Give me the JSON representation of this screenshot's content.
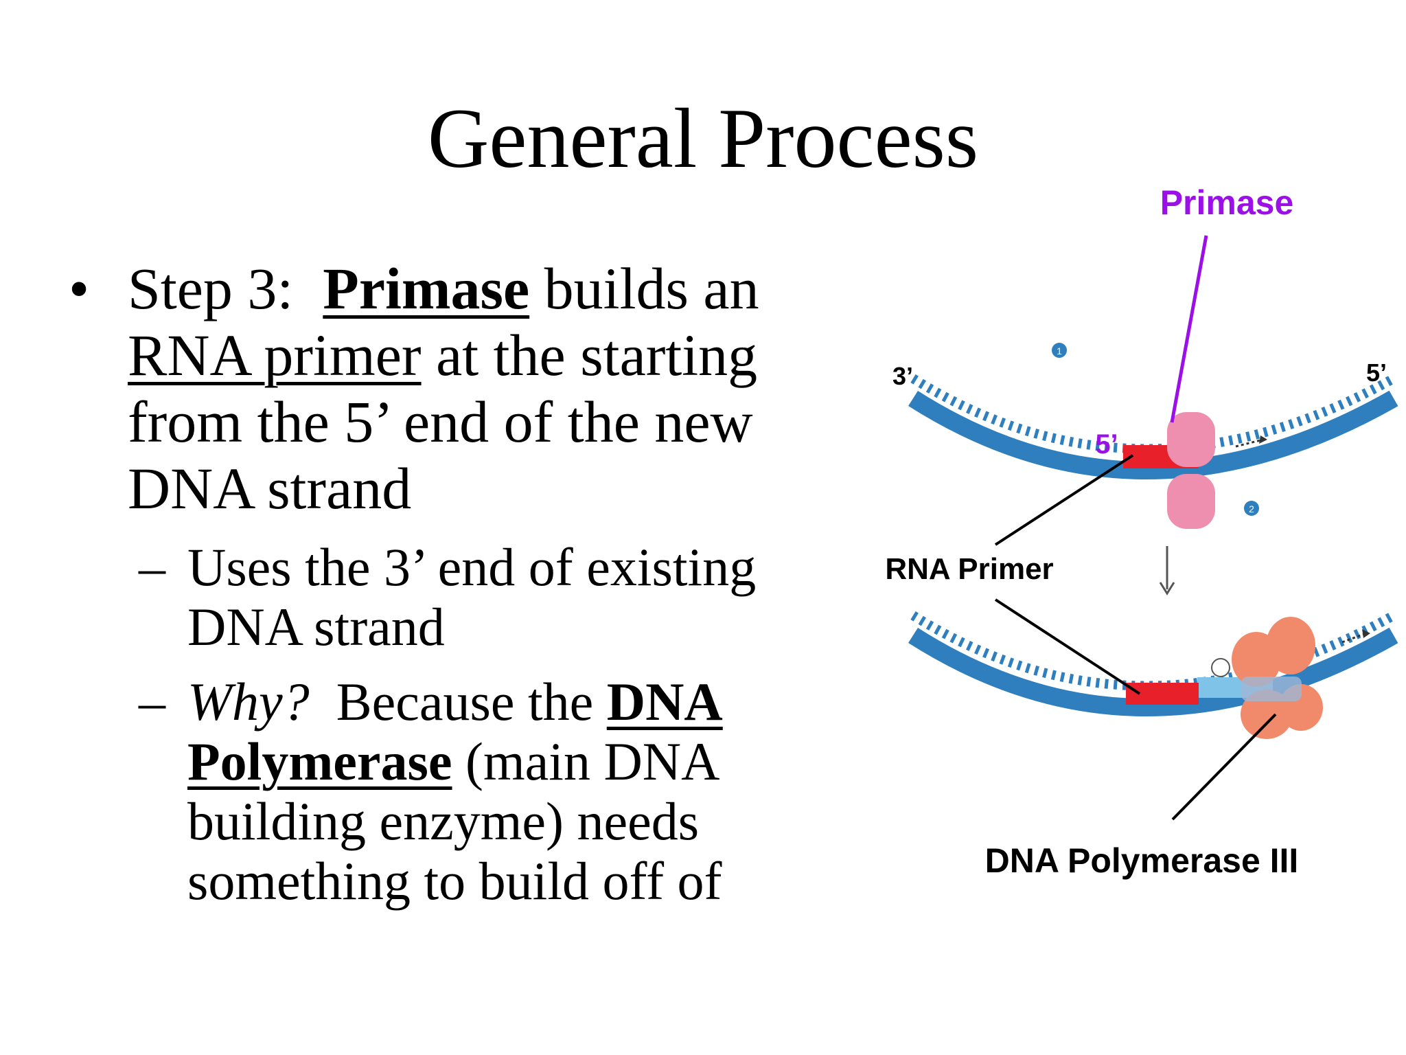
{
  "slide": {
    "title": "General Process",
    "bullet": {
      "marker": "•",
      "prefix": "Step 3:",
      "term_primase": "Primase",
      "mid": "builds an",
      "term_rna_primer": "RNA primer",
      "rest": "at the starting from the 5’ end of the new DNA strand"
    },
    "sub_bullets": [
      {
        "marker": "–",
        "text": "Uses the 3’ end of existing DNA strand"
      },
      {
        "marker": "–",
        "why": "Why?",
        "because": "Because the",
        "term_dna_polymerase": "DNA Polymerase",
        "rest": "(main DNA building enzyme) needs something to build off of"
      }
    ]
  },
  "diagram": {
    "labels": {
      "primase": "Primase",
      "three_prime": "3’",
      "five_prime_right": "5’",
      "five_prime_primer": "5’",
      "rna_primer": "RNA Primer",
      "dna_polymerase_iii": "DNA Polymerase III",
      "step_1": "1",
      "step_2": "2"
    },
    "colors": {
      "dna_strand": "#2f7fbf",
      "rna_primer": "#e8202a",
      "primase": "#ee8fb0",
      "polymerase": "#f08a6a",
      "primase_label": "#9a10e6",
      "new_dna": "#7fc3e8"
    }
  }
}
